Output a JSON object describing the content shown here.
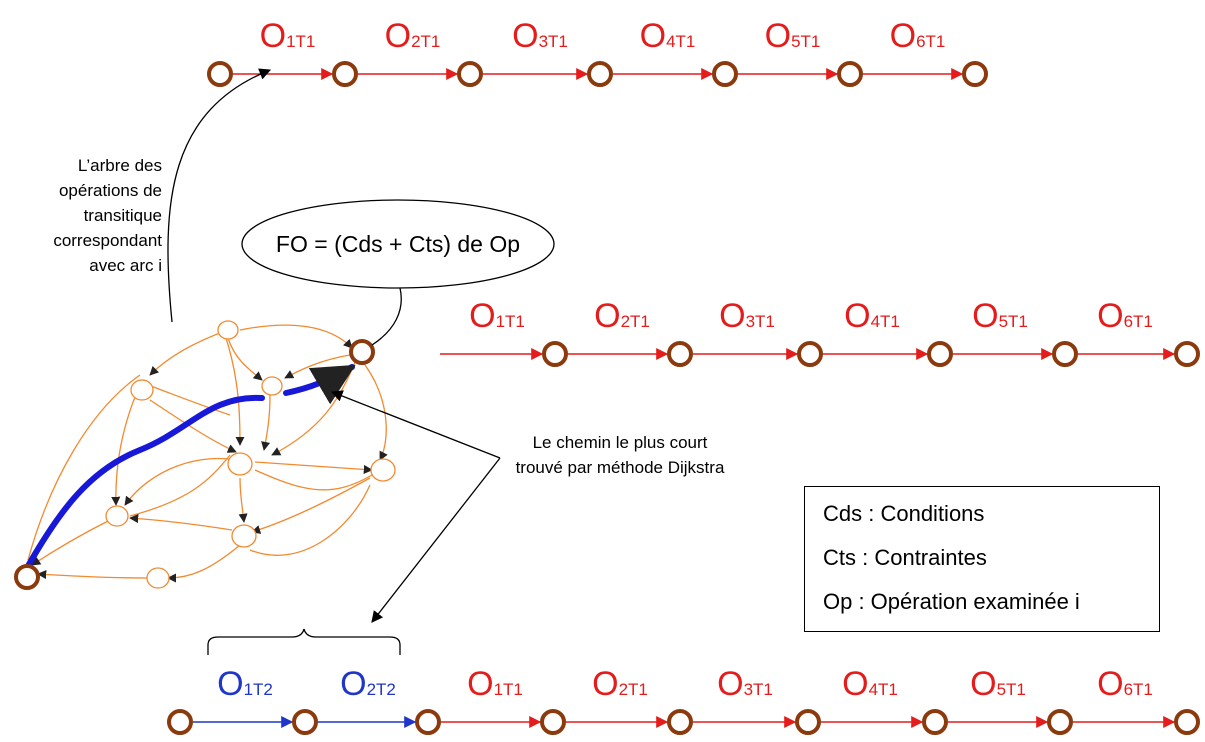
{
  "colors": {
    "node": "#8b3a0e",
    "chain_red": "#e41c1c",
    "chain_blue": "#1f36c8",
    "graph": "#f28a30",
    "path": "#1818d8"
  },
  "rows": {
    "top": [
      {
        "main": "O",
        "sub": "1T1"
      },
      {
        "main": "O",
        "sub": "2T1"
      },
      {
        "main": "O",
        "sub": "3T1"
      },
      {
        "main": "O",
        "sub": "4T1"
      },
      {
        "main": "O",
        "sub": "5T1"
      },
      {
        "main": "O",
        "sub": "6T1"
      }
    ],
    "middle": [
      {
        "main": "O",
        "sub": "1T1"
      },
      {
        "main": "O",
        "sub": "2T1"
      },
      {
        "main": "O",
        "sub": "3T1"
      },
      {
        "main": "O",
        "sub": "4T1"
      },
      {
        "main": "O",
        "sub": "5T1"
      },
      {
        "main": "O",
        "sub": "6T1"
      }
    ],
    "bottom_blue": [
      {
        "main": "O",
        "sub": "1T2"
      },
      {
        "main": "O",
        "sub": "2T2"
      }
    ],
    "bottom_red": [
      {
        "main": "O",
        "sub": "1T1"
      },
      {
        "main": "O",
        "sub": "2T1"
      },
      {
        "main": "O",
        "sub": "3T1"
      },
      {
        "main": "O",
        "sub": "4T1"
      },
      {
        "main": "O",
        "sub": "5T1"
      },
      {
        "main": "O",
        "sub": "6T1"
      }
    ]
  },
  "annotations": {
    "tree_note": [
      "L’arbre des",
      "opérations de",
      "transitique",
      "correspondant",
      "avec arc i"
    ],
    "fo_label": "FO = (Cds + Cts) de Op",
    "shortest_path_note": [
      "Le chemin le plus court",
      "trouvé par méthode Dijkstra"
    ]
  },
  "legend": {
    "cds": "Cds : Conditions",
    "cts": "Cts : Contraintes",
    "op": "Op : Opération examinée i"
  }
}
